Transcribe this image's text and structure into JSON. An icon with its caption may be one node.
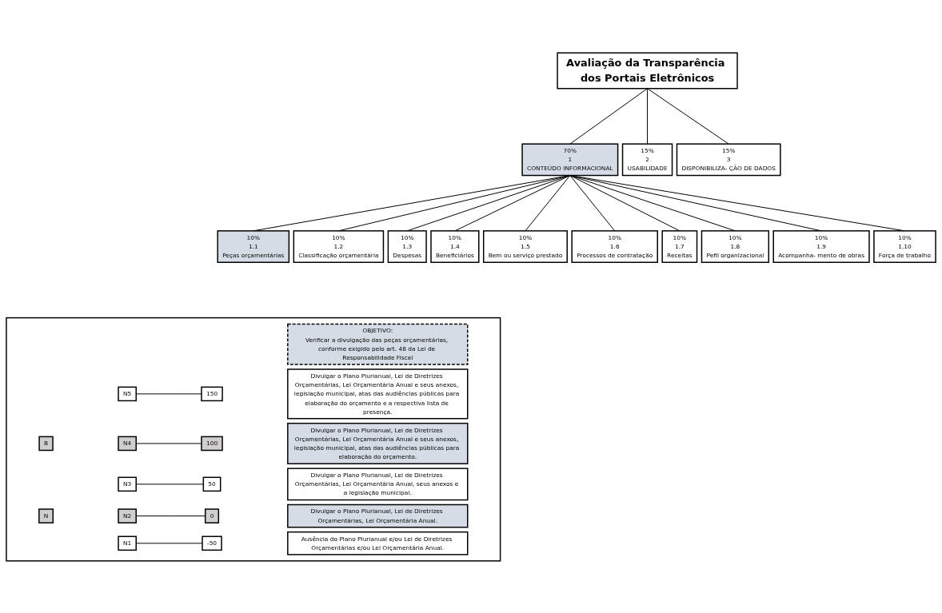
{
  "diagram": {
    "nodes": [
      {
        "text": [
          "Avaliação da Transparência dos Portais Eletrônicos"
        ]
      },
      {
        "text": [
          "70%",
          "1",
          "CONTEÚDO INFORMACIONAL"
        ]
      },
      {
        "text": [
          "15%",
          "2",
          "USABILIDADE"
        ]
      },
      {
        "text": [
          "15%",
          "3",
          "DISPONIBILIZA- ÇÃO DE DADOS"
        ]
      },
      {
        "text": [
          "10%",
          "1.1",
          "Peças orçamentárias"
        ]
      },
      {
        "text": [
          "10%",
          "1.2",
          "Classificação orçamentária"
        ]
      },
      {
        "text": [
          "10%",
          "1.3",
          "Despesas"
        ]
      },
      {
        "text": [
          "10%",
          "1.4",
          "Beneficiários"
        ]
      },
      {
        "text": [
          "10%",
          "1.5",
          "Bem ou serviço prestado"
        ]
      },
      {
        "text": [
          "10%",
          "1.6",
          "Processos de contratação"
        ]
      },
      {
        "text": [
          "10%",
          "1.7",
          "Receitas"
        ]
      },
      {
        "text": [
          "10%",
          "1.8",
          "Pefil organizacional"
        ]
      },
      {
        "text": [
          "10%",
          "1.9",
          "Acompanha- mento de obras"
        ]
      },
      {
        "text": [
          "10%",
          "1.10",
          "Força de trabalho"
        ]
      },
      {
        "text": [],
        "shape": "box"
      },
      {
        "text": [
          "OBJETIVO:",
          "Verificar a divulgação das peças orçamentárias, conforme exigido pelo art. 48 da Lei de Responsabilidade Fiscal"
        ],
        "in": 14
      },
      {
        "text": [
          "N5"
        ],
        "in": 14
      },
      {
        "text": [
          "150"
        ],
        "in": 14
      },
      {
        "text": [
          "Divulgar o Plano Plurianual, Lei de Diretrizes Orçamentárias, Lei Orçamentária Anual e seus anexos, legislação municipal, atas das audiências públicas para elaboração do orçamento e a respectiva lista de presença."
        ],
        "in": 14
      },
      {
        "text": [
          "B"
        ],
        "in": 14
      },
      {
        "text": [
          "N4"
        ],
        "in": 14
      },
      {
        "text": [
          "100"
        ],
        "in": 14
      },
      {
        "text": [
          "Divulgar o Plano Plurianual, Lei de Diretrizes Orçamentárias, Lei Orçamentária Anual e seus anexos, legislação municipal, atas das audiências públicas para elaboração do orçamento."
        ],
        "in": 14
      },
      {
        "text": [
          "N3"
        ],
        "in": 14
      },
      {
        "text": [
          "50"
        ],
        "in": 14
      },
      {
        "text": [
          "Divulgar o Plano Plurianual, Lei de Diretrizes Orçamentárias, Lei Orçamentária Anual, seus anexos e a legislação municipal."
        ],
        "in": 14
      },
      {
        "text": [
          "N"
        ],
        "in": 14
      },
      {
        "text": [
          "N2"
        ],
        "in": 14
      },
      {
        "text": [
          "0"
        ],
        "in": 14
      },
      {
        "text": [
          "Divulgar o Plano Plurianual, Lei de Diretrizes Orçamentárias, Lei Orçamentária Anual."
        ],
        "in": 14
      },
      {
        "text": [
          "N1"
        ],
        "in": 14
      },
      {
        "text": [
          "-50"
        ],
        "in": 14
      },
      {
        "text": [
          "Ausência do Plano Plurianual e/ou Lei de Diretrizes Orçamentárias e/ou Lei Orçamentária Anual."
        ],
        "in": 14
      }
    ],
    "edges": [
      {
        "from": 0,
        "to": 1,
        "arrow": "none"
      },
      {
        "from": 0,
        "to": 2,
        "arrow": "none"
      },
      {
        "from": 0,
        "to": 3,
        "arrow": "none"
      },
      {
        "from": 1,
        "to": 4,
        "arrow": "none"
      },
      {
        "from": 1,
        "to": 5,
        "arrow": "none"
      },
      {
        "from": 1,
        "to": 6,
        "arrow": "none"
      },
      {
        "from": 1,
        "to": 7,
        "arrow": "none"
      },
      {
        "from": 1,
        "to": 8,
        "arrow": "none"
      },
      {
        "from": 1,
        "to": 9,
        "arrow": "none"
      },
      {
        "from": 1,
        "to": 10,
        "arrow": "none"
      },
      {
        "from": 1,
        "to": 11,
        "arrow": "none"
      },
      {
        "from": 1,
        "to": 12,
        "arrow": "none"
      },
      {
        "from": 1,
        "to": 13,
        "arrow": "none"
      },
      {
        "from": 16,
        "to": 17,
        "arrow": "none"
      },
      {
        "from": 20,
        "to": 21,
        "arrow": "none"
      },
      {
        "from": 23,
        "to": 24,
        "arrow": "none"
      },
      {
        "from": 27,
        "to": 28,
        "arrow": "none"
      },
      {
        "from": 30,
        "to": 31,
        "arrow": "none"
      }
    ]
  }
}
